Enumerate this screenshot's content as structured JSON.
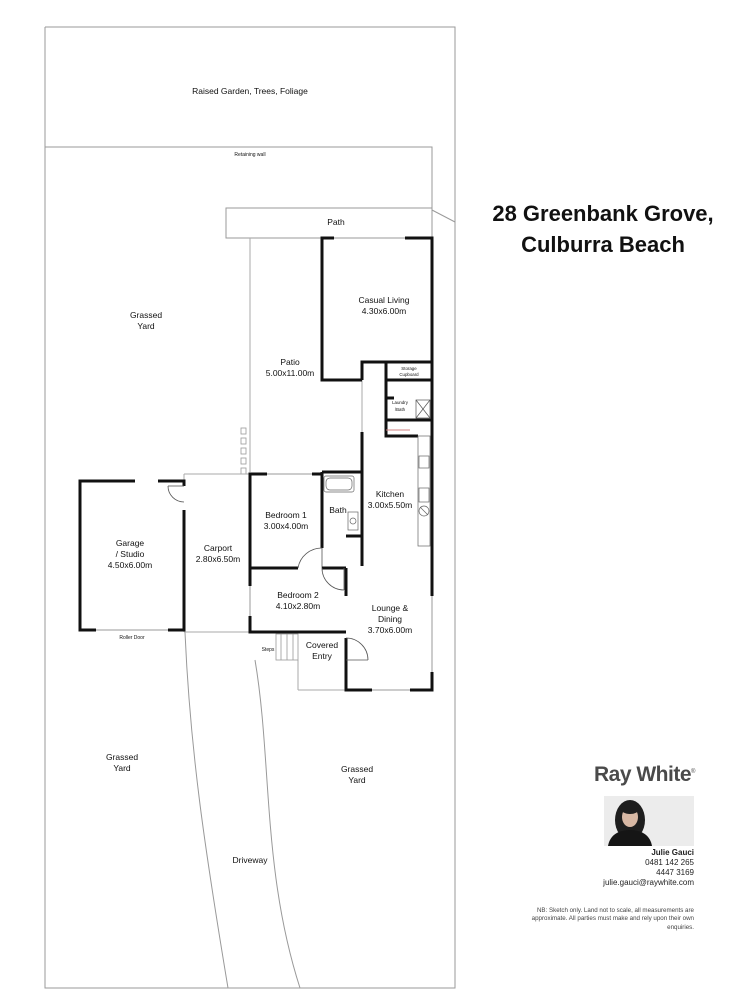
{
  "property": {
    "title_line1": "28 Greenbank Grove,",
    "title_line2": "Culburra Beach"
  },
  "areas": {
    "raised_garden": "Raised Garden, Trees, Foliage",
    "retaining_wall": "Retaining wall",
    "path": "Path",
    "grassed_yard_top_line1": "Grassed",
    "grassed_yard_top_line2": "Yard",
    "grassed_yard_bottom_left_line1": "Grassed",
    "grassed_yard_bottom_left_line2": "Yard",
    "grassed_yard_bottom_right_line1": "Grassed",
    "grassed_yard_bottom_right_line2": "Yard",
    "driveway": "Driveway",
    "roller_door": "Roller Door",
    "steps": "Steps"
  },
  "rooms": {
    "casual_living": {
      "name": "Casual Living",
      "size": "4.30x6.00m"
    },
    "patio": {
      "name": "Patio",
      "size": "5.00x11.00m"
    },
    "storage_line1": "Storage",
    "storage_line2": "Cupboard",
    "laundry_line1": "Laundry",
    "laundry_line2": "/Bath",
    "kitchen": {
      "name": "Kitchen",
      "size": "3.00x5.50m"
    },
    "bath": "Bath",
    "bedroom1": {
      "name": "Bedroom 1",
      "size": "3.00x4.00m"
    },
    "garage": {
      "name_line1": "Garage",
      "name_line2": "/ Studio",
      "size": "4.50x6.00m"
    },
    "carport": {
      "name": "Carport",
      "size": "2.80x6.50m"
    },
    "bedroom2": {
      "name": "Bedroom 2",
      "size": "4.10x2.80m"
    },
    "lounge": {
      "name_line1": "Lounge &",
      "name_line2": "Dining",
      "size": "3.70x6.00m"
    },
    "covered_entry": {
      "name_line1": "Covered",
      "name_line2": "Entry"
    }
  },
  "agency": {
    "brand": "Ray White",
    "brand_mark": "®",
    "agent_name": "Julie Gauci",
    "mobile": "0481 142 265",
    "phone": "4447 3169",
    "email": "julie.gauci@raywhite.com"
  },
  "disclaimer": "NB: Sketch only. Land not to scale, all measurements are approximate. All parties must make and rely upon their own enquiries."
}
